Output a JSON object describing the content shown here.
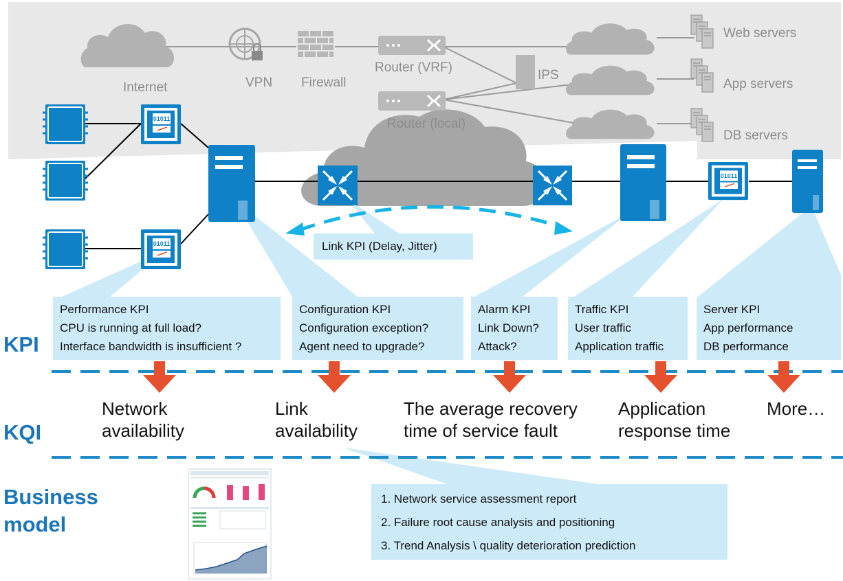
{
  "colors": {
    "blue": "#0f81c7",
    "light_blue": "#cdeaf8",
    "grey_zone": "#e8e8e8",
    "grey_icon": "#ababab",
    "arrow_red": "#e5512e",
    "label_blue": "#1a76b9"
  },
  "top_zone": {
    "internet": "Internet",
    "vpn": "VPN",
    "firewall": "Firewall",
    "router_vrf": "Router (VRF)",
    "router_local": "Router (local)",
    "ips": "IPS",
    "web_servers": "Web servers",
    "app_servers": "App servers",
    "db_servers": "DB servers"
  },
  "link_kpi": "Link KPI (Delay, Jitter)",
  "kpi_boxes": [
    {
      "lines": [
        "Performance KPI",
        "CPU is running at full load?",
        "Interface bandwidth is insufficient ?"
      ]
    },
    {
      "lines": [
        "Configuration KPI",
        "Configuration exception?",
        "Agent need to upgrade?"
      ]
    },
    {
      "lines": [
        "Alarm KPI",
        "Link Down?",
        "Attack?"
      ]
    },
    {
      "lines": [
        "Traffic KPI",
        "User traffic",
        "Application traffic"
      ]
    },
    {
      "lines": [
        "Server KPI",
        "App performance",
        "DB performance"
      ]
    }
  ],
  "side_labels": {
    "kpi": "KPI",
    "kqi": "KQI",
    "business_line1": "Business",
    "business_line2": "model"
  },
  "kqi_items": [
    {
      "line1": "Network",
      "line2": "availability"
    },
    {
      "line1": "Link",
      "line2": "availability"
    },
    {
      "line1": "The average recovery",
      "line2": "time of service fault"
    },
    {
      "line1": "Application",
      "line2": "response time"
    },
    {
      "line1": "More…",
      "line2": ""
    }
  ],
  "business_items": [
    "1. Network service assessment report",
    "2. Failure root cause analysis and positioning",
    "3. Trend Analysis \\ quality deterioration prediction"
  ],
  "icons": {
    "terminal": "terminal-icon",
    "probe": "probe-icon",
    "server": "server-icon",
    "router": "router-icon",
    "cloud": "cloud-icon",
    "firewall": "firewall-icon",
    "vpn": "vpn-icon",
    "server_stack": "server-stack-icon"
  }
}
